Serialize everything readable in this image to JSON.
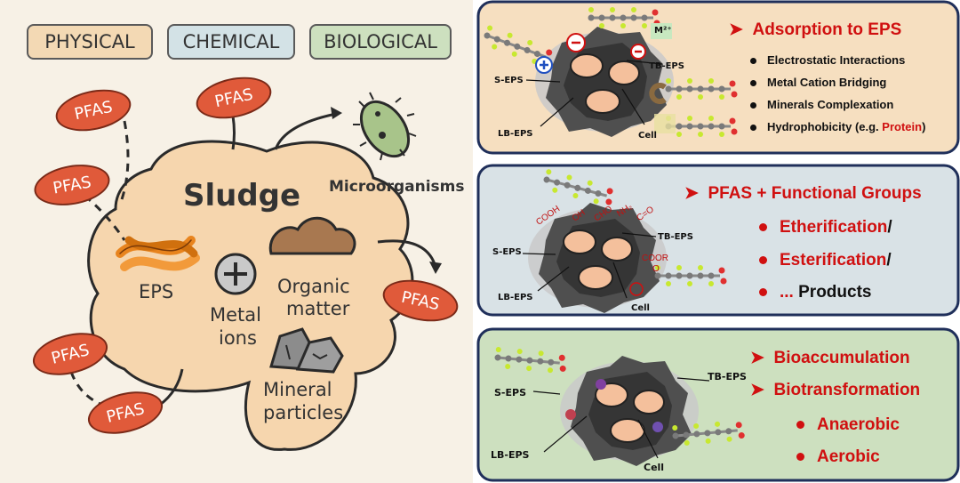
{
  "categories": {
    "physical": "PHYSICAL",
    "chemical": "CHEMICAL",
    "biological": "BIOLOGICAL"
  },
  "pfas_label": "PFAS",
  "sludge": {
    "title": "Sludge",
    "eps": "EPS",
    "metal_line1": "Metal",
    "metal_line2": "ions",
    "organic_line1": "Organic",
    "organic_line2": "matter",
    "mineral_line1": "Mineral",
    "mineral_line2": "particles",
    "microorganisms": "Microorganisms"
  },
  "panel_adsorption": {
    "header": "Adsorption to EPS",
    "bullets": [
      "Electrostatic Interactions",
      "Metal Cation Bridging",
      "Minerals Complexation"
    ],
    "last_bullet_prefix": "Hydrophobicity (e.g. ",
    "last_bullet_highlight": "Protein",
    "last_bullet_suffix": ")",
    "labels": {
      "tb": "TB-EPS",
      "s": "S-EPS",
      "lb": "LB-EPS",
      "cell": "Cell",
      "metal": "M²⁺"
    }
  },
  "panel_chemical": {
    "header": "PFAS + Functional Groups",
    "item1": "Etherification",
    "item2": "Esterification",
    "slash": "/",
    "item3_prefix": "...",
    "item3_suffix": " Products",
    "groups": {
      "cooh": "COOH",
      "oh": "OH",
      "cho": "CHO",
      "nh2": "NH₂",
      "co": "C=O",
      "coor": "COOR",
      "o": "O"
    },
    "labels": {
      "tb": "TB-EPS",
      "s": "S-EPS",
      "lb": "LB-EPS",
      "cell": "Cell"
    }
  },
  "panel_bio": {
    "header1": "Bioaccumulation",
    "header2": "Biotransformation",
    "sub1": "Anaerobic",
    "sub2": "Aerobic",
    "labels": {
      "tb": "TB-EPS",
      "s": "S-EPS",
      "lb": "LB-EPS",
      "cell": "Cell"
    }
  },
  "colors": {
    "left_bg": "#f7f1e6",
    "sludge": "#f6d6ae",
    "pfas": "#e05a3a",
    "panel_border": "#1f2f5a",
    "panel1_bg": "#f6dfc0",
    "panel2_bg": "#d9e2e6",
    "panel3_bg": "#cde0bf",
    "accent_red": "#d01010"
  }
}
